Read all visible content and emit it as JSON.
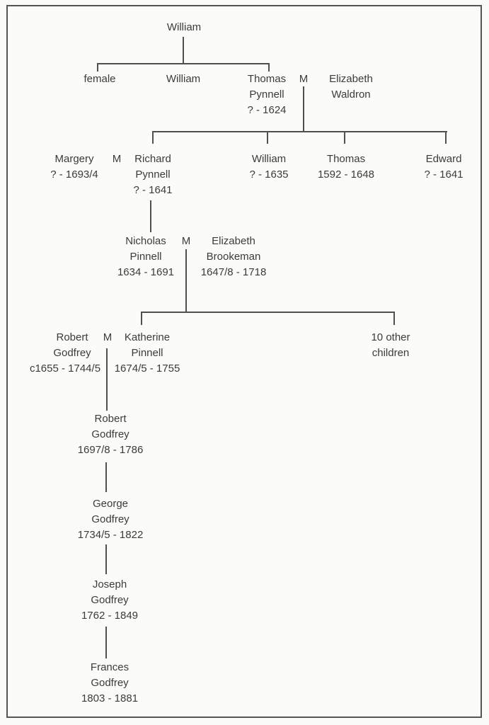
{
  "diagram": {
    "title": "Pynnell / Godfrey family tree",
    "marriage_symbol": "M",
    "colors": {
      "text": "#3b3b3b",
      "line": "#4f4f4f",
      "border": "#555555",
      "background": "#fbfbfa"
    },
    "persons": {
      "william_sr": {
        "lines": [
          "William"
        ]
      },
      "female_child": {
        "lines": [
          "female"
        ]
      },
      "william_jr": {
        "lines": [
          "William"
        ]
      },
      "thomas_pynnell": {
        "lines": [
          "Thomas",
          "Pynnell",
          "? - 1624"
        ]
      },
      "elizabeth_waldron": {
        "lines": [
          "Elizabeth",
          "Waldron"
        ]
      },
      "margery": {
        "lines": [
          "Margery",
          "? - 1693/4"
        ]
      },
      "richard_pynnell": {
        "lines": [
          "Richard",
          "Pynnell",
          "? - 1641"
        ]
      },
      "william_3": {
        "lines": [
          "William",
          "? - 1635"
        ]
      },
      "thomas_2": {
        "lines": [
          "Thomas",
          "1592 - 1648"
        ]
      },
      "edward": {
        "lines": [
          "Edward",
          "? - 1641"
        ]
      },
      "nicholas_pinnell": {
        "lines": [
          "Nicholas",
          "Pinnell",
          "1634 - 1691"
        ]
      },
      "elizabeth_brookeman": {
        "lines": [
          "Elizabeth",
          "Brookeman",
          "1647/8 - 1718"
        ]
      },
      "robert_godfrey_sr": {
        "lines": [
          "Robert",
          "Godfrey",
          "c1655 - 1744/5"
        ]
      },
      "katherine_pinnell": {
        "lines": [
          "Katherine",
          "Pinnell",
          "1674/5 - 1755"
        ]
      },
      "other_children": {
        "lines": [
          "10 other",
          "children"
        ]
      },
      "robert_godfrey_jr": {
        "lines": [
          "Robert",
          "Godfrey",
          "1697/8 - 1786"
        ]
      },
      "george_godfrey": {
        "lines": [
          "George",
          "Godfrey",
          "1734/5 - 1822"
        ]
      },
      "joseph_godfrey": {
        "lines": [
          "Joseph",
          "Godfrey",
          "1762 - 1849"
        ]
      },
      "frances_godfrey": {
        "lines": [
          "Frances",
          "Godfrey",
          "1803 - 1881"
        ]
      }
    }
  }
}
